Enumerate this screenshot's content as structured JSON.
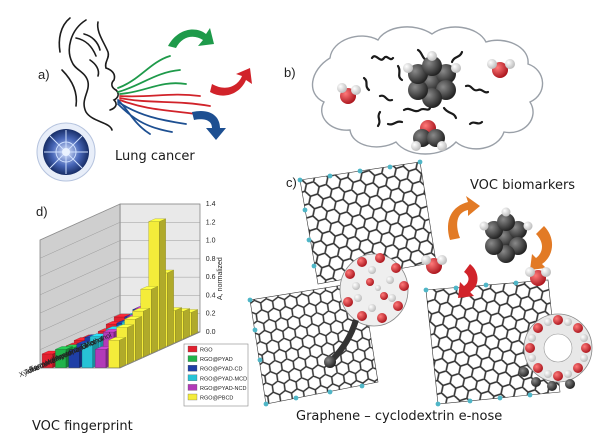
{
  "panels": {
    "a": {
      "label": "a)",
      "caption": "Lung cancer"
    },
    "b": {
      "label": "b)",
      "caption": "VOC biomarkers"
    },
    "c": {
      "label": "c)",
      "caption": "Graphene – cyclodextrin e-nose"
    },
    "d": {
      "label": "d)",
      "caption": "VOC fingerprint"
    }
  },
  "colors": {
    "green_arrow": "#1e9a4a",
    "red_arrow": "#d1232a",
    "blue_arrow": "#1d4f91",
    "orange_arrow": "#e27a25",
    "graphene": "#2a2a2a",
    "cd_red": "#c9202a",
    "hydrogen_cyan": "#4fb6c7"
  },
  "chart_data": {
    "type": "bar",
    "categories": [
      "Xylene",
      "Toluene",
      "Benzene",
      "Water",
      "Formaldehyde",
      "Acetone",
      "Isopropanol",
      "Propanol",
      "Ethanol",
      "Methanol"
    ],
    "ylabel": "A, normalized",
    "yticks": [
      "0.0",
      "0.2",
      "0.4",
      "0.6",
      "0.8",
      "1.0",
      "1.2",
      "1.4"
    ],
    "ylim": [
      0,
      1.4
    ],
    "legend": [
      "RGO",
      "RGO@PYAD",
      "RGO@PYAD-CD",
      "RGO@PYAD-MCD",
      "RGO@PYAD-NCD",
      "RGO@PBCD"
    ],
    "series_colors": [
      "#e0202e",
      "#20b34a",
      "#1f3fa6",
      "#27c3d6",
      "#b23ab8",
      "#f4ec3a"
    ],
    "series": [
      {
        "name": "RGO",
        "values": [
          0.15,
          0.12,
          0.1,
          0.12,
          0.14,
          0.13,
          0.1,
          0.12,
          0.16,
          0.2
        ]
      },
      {
        "name": "RGO@PYAD",
        "values": [
          0.2,
          0.18,
          0.15,
          0.1,
          0.12,
          0.14,
          0.1,
          0.1,
          0.12,
          0.14
        ]
      },
      {
        "name": "RGO@PYAD-CD",
        "values": [
          0.18,
          0.22,
          0.25,
          0.2,
          0.15,
          0.2,
          0.25,
          0.28,
          0.32,
          0.35
        ]
      },
      {
        "name": "RGO@PYAD-MCD",
        "values": [
          0.25,
          0.3,
          0.22,
          0.3,
          0.28,
          0.3,
          0.35,
          0.28,
          0.3,
          0.38
        ]
      },
      {
        "name": "RGO@PYAD-NCD",
        "values": [
          0.2,
          0.35,
          0.3,
          0.25,
          0.4,
          0.45,
          0.3,
          0.25,
          0.2,
          0.18
        ]
      },
      {
        "name": "RGO@PBCD",
        "values": [
          0.3,
          0.4,
          0.45,
          0.5,
          0.7,
          1.4,
          0.8,
          0.35,
          0.3,
          0.25
        ]
      }
    ]
  }
}
